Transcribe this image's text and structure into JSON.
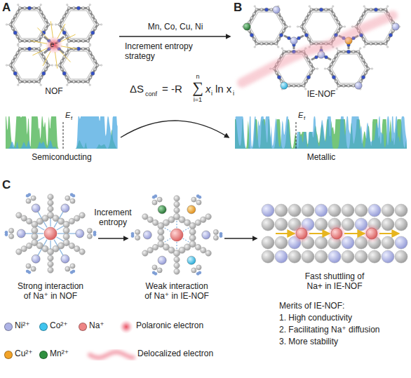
{
  "diagram": {
    "labels": [
      "A",
      "e⁻",
      "Mn, Co, Cu, Ni",
      "Increment entropy strategy",
      "B",
      "NOF",
      "IE-NOF",
      "ΔS",
      "conf",
      "= -R",
      "n",
      "∑",
      "i=1",
      "x",
      "i",
      "ln x",
      "i",
      "E",
      "f",
      "Semiconducting",
      "E",
      "f",
      "Metallic",
      "C",
      "Increment entropy",
      "Strong interaction of Na⁺ in NOF",
      "Weak interaction of Na⁺ in IE-NOF",
      "Fast shuttling of Na+ in IE-NOF",
      "Merits of IE-NOF:",
      "1. High conductivity",
      "2. Facilitating Na⁺ diffusion",
      "3. More stability"
    ],
    "legend": [
      {
        "text": "Ni²⁺",
        "color": "#aeb3e6"
      },
      {
        "text": "Co²⁺",
        "color": "#3fc4ee"
      },
      {
        "text": "Na⁺",
        "color": "#ee8585"
      },
      {
        "text": "Polaronic electron"
      },
      {
        "text": "Cu²⁺",
        "color": "#f2a328"
      },
      {
        "text": "Mn²⁺",
        "color": "#2f8f3f"
      },
      {
        "text": "Delocalized electron"
      }
    ]
  }
}
